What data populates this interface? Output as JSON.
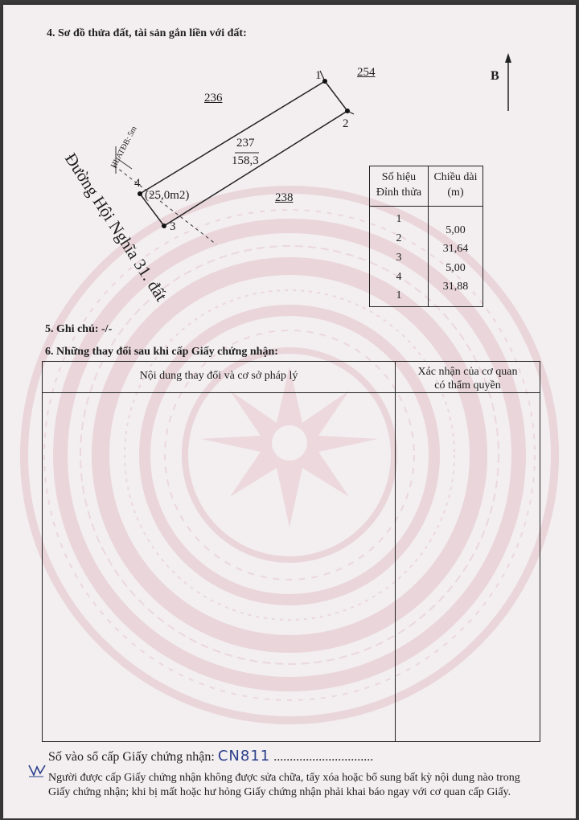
{
  "section4": {
    "title": "4. Sơ đồ thửa đất, tài sản gắn liền với đất:"
  },
  "map": {
    "parcels": {
      "p236": "236",
      "p237": "237",
      "p237_area": "158,3",
      "p238": "238",
      "p254": "254"
    },
    "vertices": {
      "v1": "1",
      "v2": "2",
      "v3": "3",
      "v4": "4"
    },
    "north_label": "B",
    "area_note": "(25,0m2)",
    "road_label": "Đường Hội Nghĩa 31. đất",
    "safety_label": "HLATĐB: 5m"
  },
  "coord_table": {
    "header_col1": [
      "Số hiệu",
      "Đỉnh thửa"
    ],
    "header_col2": [
      "Chiều dài",
      "(m)"
    ],
    "vertices": [
      "1",
      "2",
      "3",
      "4",
      "1"
    ],
    "lengths": [
      "5,00",
      "31,64",
      "5,00",
      "31,88"
    ]
  },
  "section5": {
    "title": "5. Ghi chú: -/-"
  },
  "section6": {
    "title": "6. Những thay đổi sau khi cấp Giấy chứng nhận:",
    "col1_header": "Nội dung thay đổi và cơ sở pháp lý",
    "col2_header": [
      "Xác nhận của cơ quan",
      "có thẩm quyền"
    ]
  },
  "footer": {
    "register_label": "Số vào sổ cấp Giấy chứng nhận:",
    "register_value": "CN811",
    "register_dots": "...............................",
    "notice_line1": "Người được cấp Giấy chứng nhận không được sửa chữa, tẩy xóa hoặc bổ sung bất kỳ nội dung nào trong",
    "notice_line2": "Giấy chứng nhận; khi bị mất hoặc hư hỏng Giấy chứng nhận phải khai báo ngay với cơ quan cấp Giấy."
  },
  "colors": {
    "watermark": "#e3c9cf",
    "ink": "#1e1e1e",
    "handwriting": "#2b3f8a"
  }
}
